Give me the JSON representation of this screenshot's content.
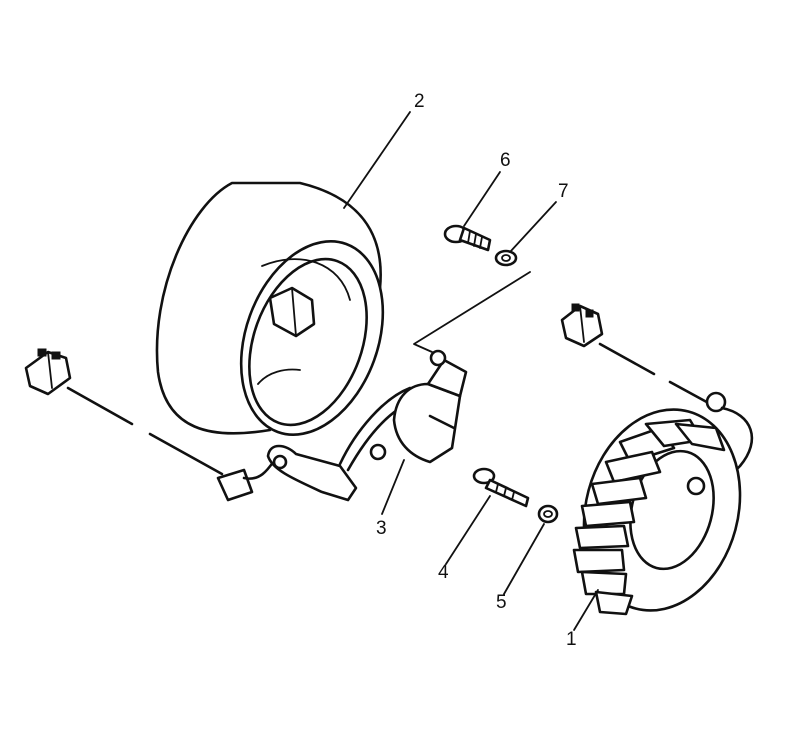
{
  "callouts": [
    {
      "id": "stator",
      "text": "1"
    },
    {
      "id": "rotor",
      "text": "2"
    },
    {
      "id": "pickup-coil",
      "text": "3"
    },
    {
      "id": "pickup-bolt",
      "text": "4"
    },
    {
      "id": "pickup-washer",
      "text": "5"
    },
    {
      "id": "rotor-bolt",
      "text": "6"
    },
    {
      "id": "rotor-washer",
      "text": "7"
    }
  ],
  "colors": {
    "ink": "#111111",
    "paper": "#ffffff"
  }
}
